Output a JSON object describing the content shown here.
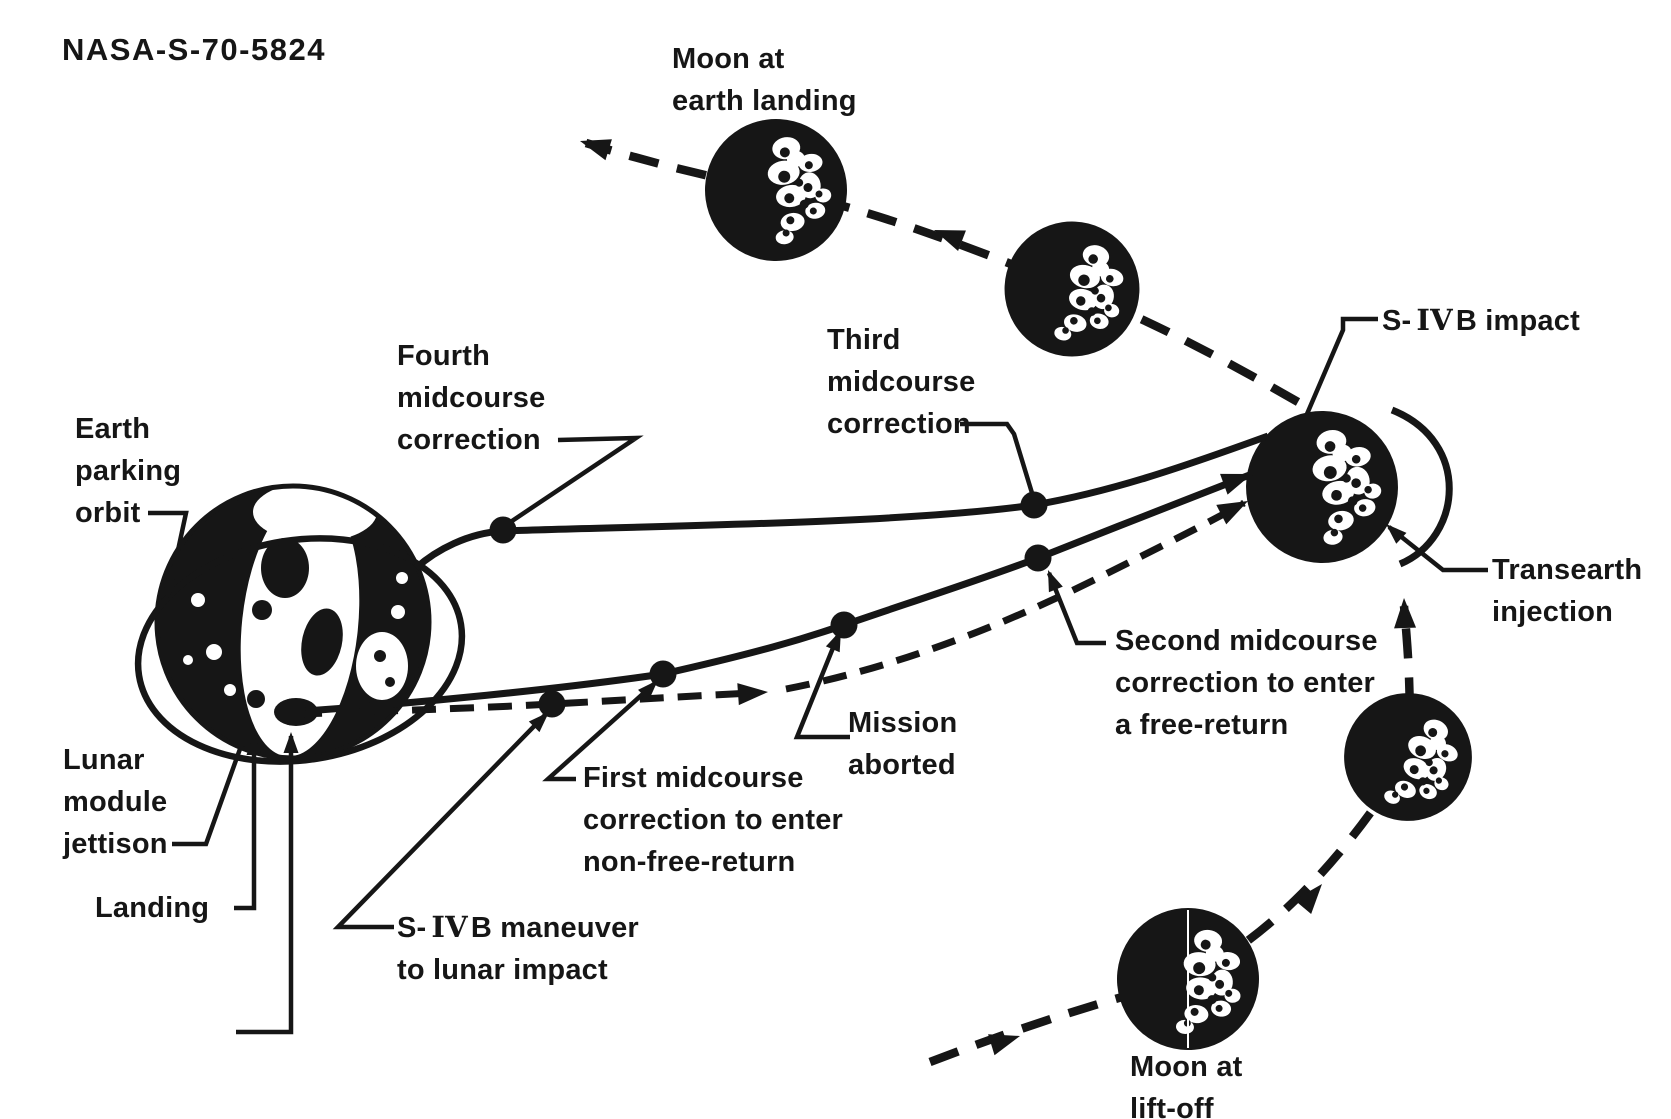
{
  "figure_id": "NASA-S-70-5824",
  "colors": {
    "ink": "#161616",
    "paper": "#ffffff"
  },
  "labels": {
    "moon_at_earth_landing": "Moon at\nearth landing",
    "s4b_impact": {
      "prefix": "S-",
      "roman": "IV",
      "suffix": "B impact"
    },
    "third_midcourse": "Third\nmidcourse\ncorrection",
    "fourth_midcourse": "Fourth\nmidcourse\ncorrection",
    "earth_parking_orbit": "Earth\nparking\norbit",
    "transearth_injection": "Transearth\ninjection",
    "second_midcourse": "Second midcourse\ncorrection to enter\na free-return",
    "mission_aborted": "Mission\naborted",
    "first_midcourse": "First midcourse\ncorrection to enter\nnon-free-return",
    "lunar_module_jettison": "Lunar\nmodule\njettison",
    "landing": "Landing",
    "s4b_maneuver": {
      "prefix": "S-",
      "roman": "IV",
      "suffix": "B maneuver",
      "line2": "to lunar impact"
    },
    "moon_at_liftoff": "Moon at\nlift-off"
  },
  "scene": {
    "earth_icon": "earth-globe",
    "moon_icons": [
      "moon-at-earth-landing",
      "moon-on-return",
      "moon-at-pericynthion",
      "moon-on-approach",
      "moon-at-lift-off"
    ],
    "trajectories": [
      "moon-orbit-dashed",
      "outbound-translunar-solid",
      "return-transearth-solid",
      "s4b-lunar-impact-dashed",
      "earth-parking-orbit-ellipse"
    ],
    "event_markers": [
      "translunar-injection",
      "landing",
      "lunar-module-jettison",
      "s4b-maneuver",
      "first-midcourse",
      "mission-aborted",
      "second-midcourse",
      "third-midcourse",
      "fourth-midcourse"
    ]
  }
}
